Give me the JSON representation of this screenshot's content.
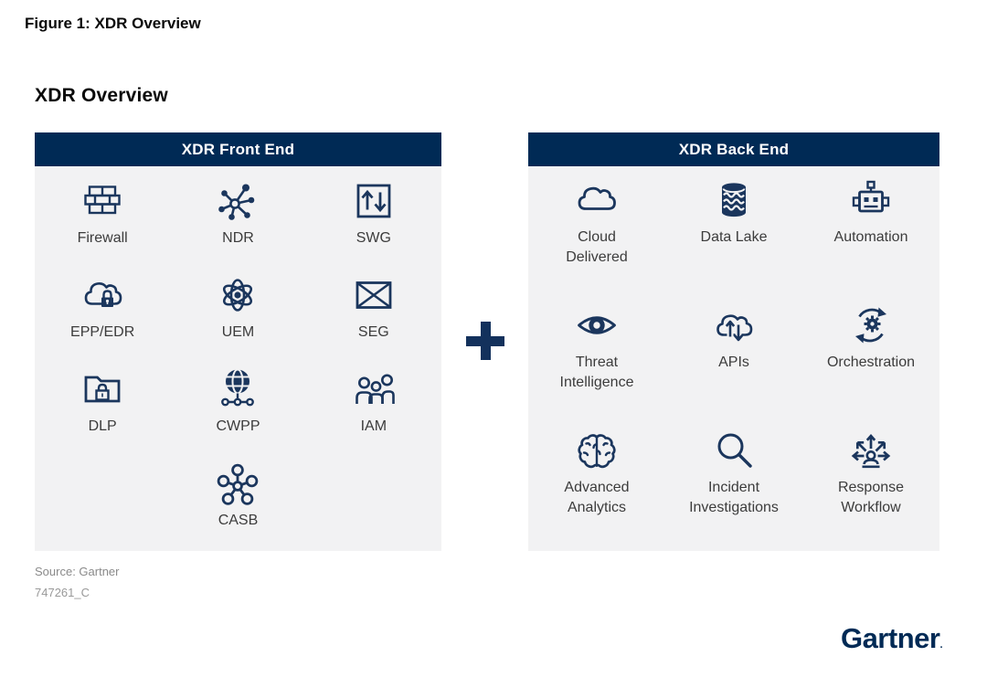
{
  "page": {
    "figure_title": "Figure 1: XDR Overview",
    "diagram_title": "XDR Overview",
    "separator_symbol": "+",
    "source_line": "Source: Gartner",
    "source_code": "747261_C",
    "logo_text": "Gartner",
    "logo_mark": "."
  },
  "colors": {
    "header_navy": "#002a55",
    "icon_navy": "#1b365d",
    "panel_bg": "#f2f2f3",
    "label_text": "#3c3c3c",
    "source_text": "#8a8a8a",
    "logo_navy": "#002a55"
  },
  "front_end": {
    "header": "XDR Front End",
    "items": [
      {
        "label": "Firewall",
        "icon": "firewall-icon"
      },
      {
        "label": "NDR",
        "icon": "network-hub-icon"
      },
      {
        "label": "SWG",
        "icon": "gateway-arrows-icon"
      },
      {
        "label": "EPP/EDR",
        "icon": "cloud-lock-icon"
      },
      {
        "label": "UEM",
        "icon": "atom-icon"
      },
      {
        "label": "SEG",
        "icon": "envelope-icon"
      },
      {
        "label": "DLP",
        "icon": "folder-lock-icon"
      },
      {
        "label": "CWPP",
        "icon": "globe-network-icon"
      },
      {
        "label": "IAM",
        "icon": "people-group-icon"
      },
      {
        "label": "CASB",
        "icon": "node-cluster-icon"
      }
    ]
  },
  "back_end": {
    "header": "XDR Back End",
    "items": [
      {
        "label": "Cloud\nDelivered",
        "icon": "cloud-icon"
      },
      {
        "label": "Data Lake",
        "icon": "database-icon"
      },
      {
        "label": "Automation",
        "icon": "robot-icon"
      },
      {
        "label": "Threat\nIntelligence",
        "icon": "eye-icon"
      },
      {
        "label": "APIs",
        "icon": "cloud-transfer-icon"
      },
      {
        "label": "Orchestration",
        "icon": "gear-sync-icon"
      },
      {
        "label": "Advanced\nAnalytics",
        "icon": "brain-icon"
      },
      {
        "label": "Incident\nInvestigations",
        "icon": "magnifier-icon"
      },
      {
        "label": "Response\nWorkflow",
        "icon": "person-arrows-icon"
      }
    ]
  }
}
